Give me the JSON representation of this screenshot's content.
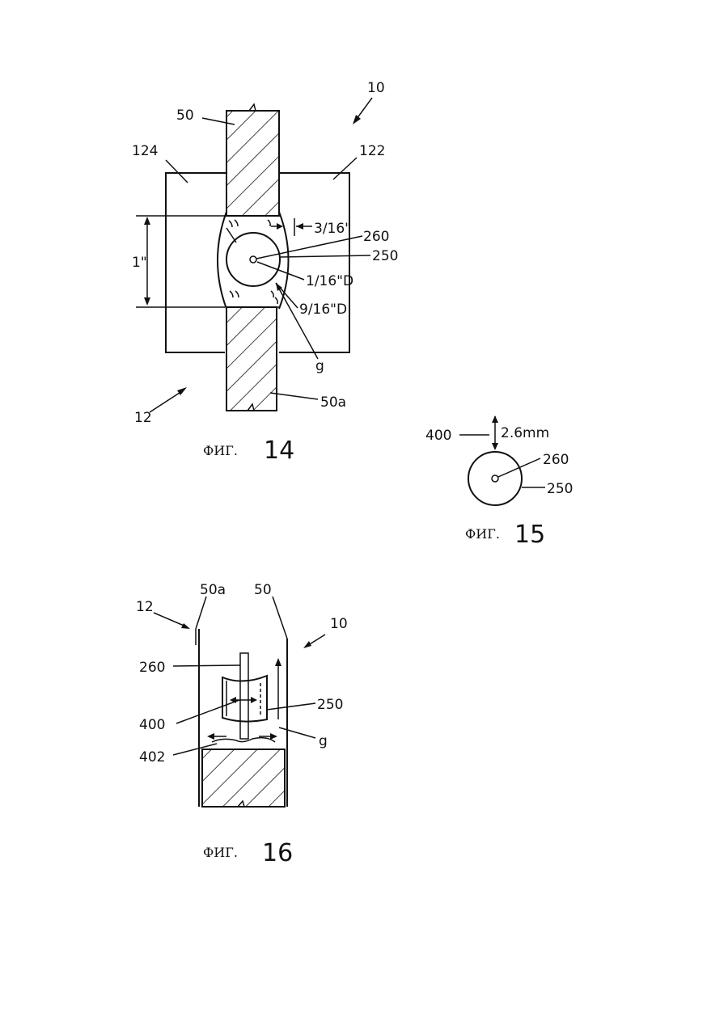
{
  "figures": [
    {
      "caption_prefix": "ФИГ.",
      "number": "14",
      "labels": {
        "ref10": "10",
        "ref50": "50",
        "ref124": "124",
        "ref122": "122",
        "dim_gap": "3/16\"",
        "ref260": "260",
        "ref250": "250",
        "dim_height": "1\"",
        "dim_small_d": "1/16\"D",
        "dim_large_d": "9/16\"D",
        "ref_g": "g",
        "ref12": "12",
        "ref50a": "50a"
      }
    },
    {
      "caption_prefix": "ФИГ.",
      "number": "15",
      "labels": {
        "ref400": "400",
        "dim": "2.6mm",
        "ref260": "260",
        "ref250": "250"
      }
    },
    {
      "caption_prefix": "ФИГ.",
      "number": "16",
      "labels": {
        "ref12": "12",
        "ref50a": "50a",
        "ref50": "50",
        "ref10": "10",
        "ref260": "260",
        "ref400": "400",
        "ref250": "250",
        "ref402": "402",
        "ref_g": "g"
      }
    }
  ]
}
